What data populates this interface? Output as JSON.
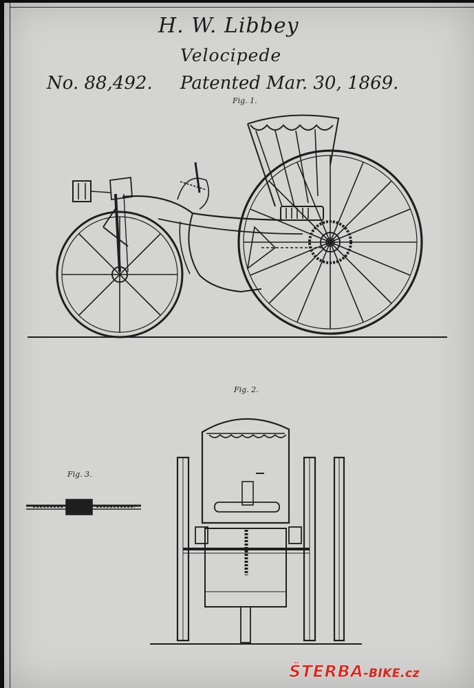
{
  "header": {
    "inventor": "H. W. Libbey",
    "invention": "Velocipede",
    "patent_number": "No. 88,492.",
    "patent_date": "Patented Mar. 30, 1869."
  },
  "figures": {
    "fig1_label": "Fig. 1.",
    "fig2_label": "Fig. 2.",
    "fig3_label": "Fig. 3."
  },
  "watermark": {
    "brand": "ŠTERBA",
    "rest": "-BIKE.cz",
    "color": "#d42a1f"
  },
  "colors": {
    "paper": "#d4d4d2",
    "ink": "#1c1c1c",
    "background": "#0e0e0e"
  }
}
